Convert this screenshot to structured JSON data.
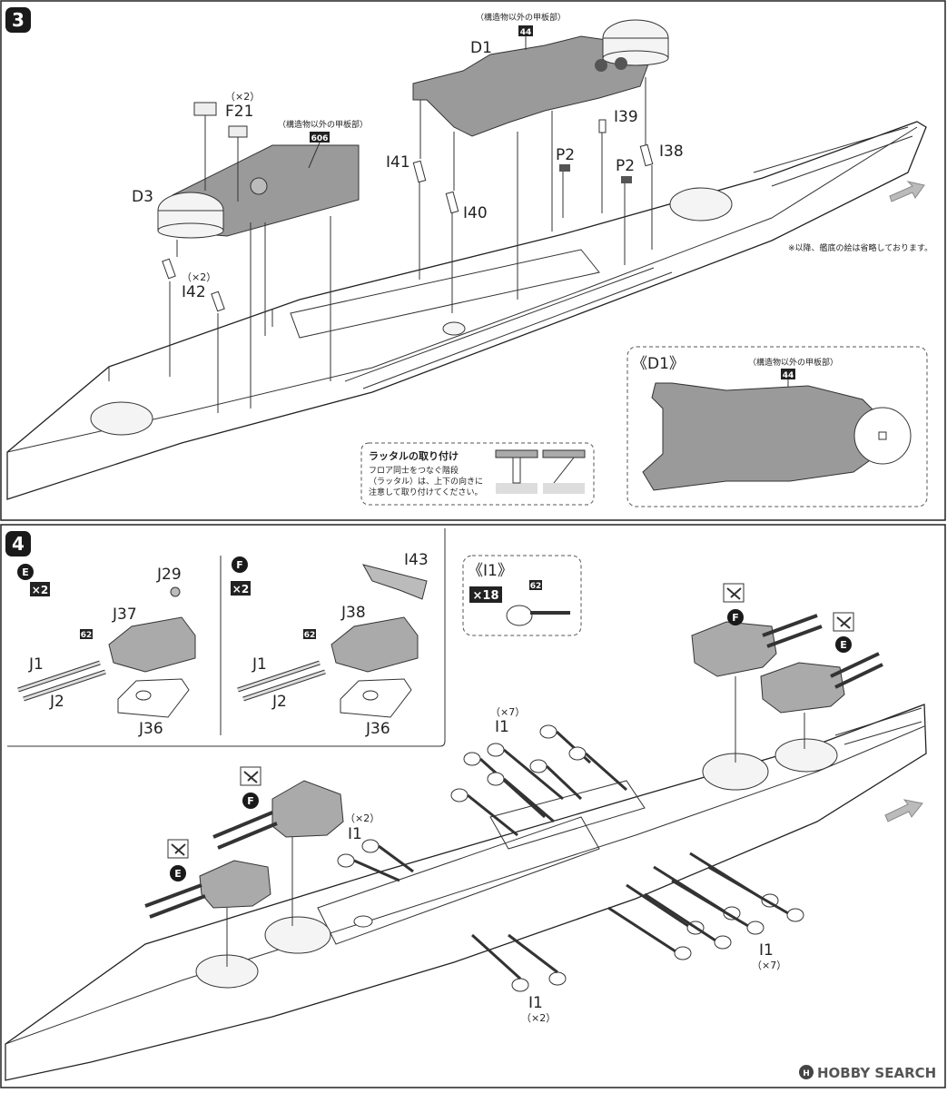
{
  "step3": {
    "number": "3",
    "deck_note_d1": "（構造物以外の甲板部）",
    "deck_note_d3": "（構造物以外の甲板部）",
    "paint_d1": "44",
    "paint_d3": "606",
    "parts": {
      "D1": "D1",
      "D3": "D3",
      "F21": "F21",
      "F21_qty": "（×2）",
      "I42": "I42",
      "I42_qty": "（×2）",
      "I41": "I41",
      "I40": "I40",
      "I39": "I39",
      "I38": "I38",
      "P2a": "P2",
      "P2b": "P2"
    },
    "omission_note": "※以降、艦底の絵は省略しております。",
    "ladder_box": {
      "title": "ラッタルの取り付け",
      "text1": "フロア同士をつなぐ階段",
      "text2": "（ラッタル）は、上下の向きに",
      "text3": "注意して取り付けてください。"
    },
    "d1_detail": {
      "title": "《D1》",
      "note": "（構造物以外の甲板部）",
      "paint": "44"
    }
  },
  "step4": {
    "number": "4",
    "left_panel": {
      "marker": "E",
      "qty": "×2",
      "paint": "62",
      "parts": [
        "J29",
        "J37",
        "J1",
        "J2",
        "J36"
      ]
    },
    "mid_panel": {
      "marker": "F",
      "qty": "×2",
      "paint": "62",
      "parts": [
        "I43",
        "J38",
        "J1",
        "J2",
        "J36"
      ]
    },
    "i1_detail": {
      "title": "《I1》",
      "qty": "×18",
      "paint": "62"
    },
    "turret_markers": [
      "F",
      "E",
      "F",
      "E"
    ],
    "i1_labels": {
      "top_label": "I1",
      "top_qty": "（×7）",
      "left_label": "I1",
      "left_qty": "（×2）",
      "bottom_label": "I1",
      "bottom_qty": "（×2）",
      "right_label": "I1",
      "right_qty": "（×7）"
    }
  },
  "watermark": "HOBBY SEARCH"
}
